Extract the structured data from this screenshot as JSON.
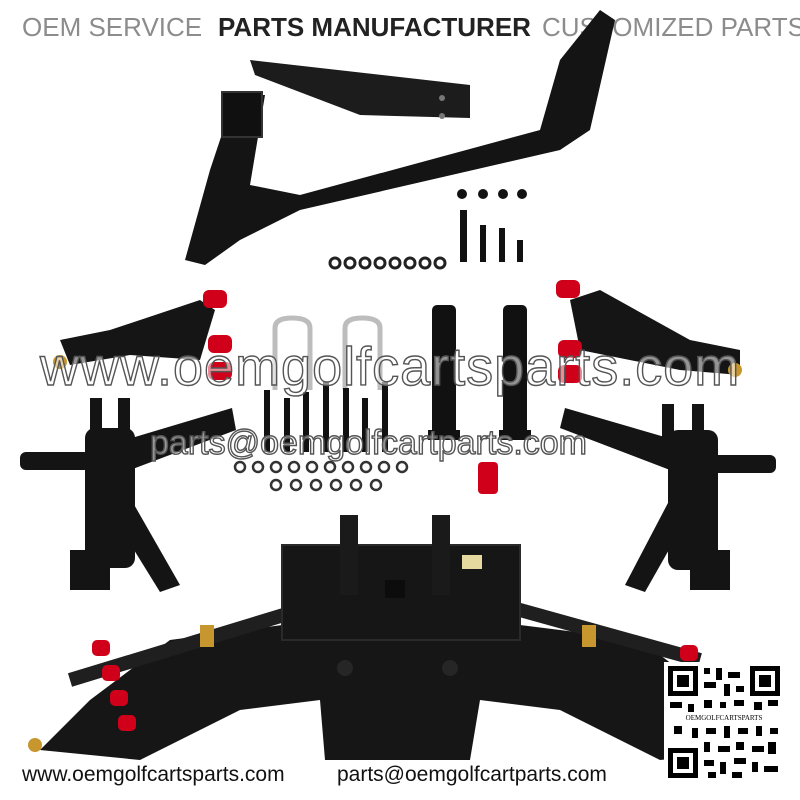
{
  "banner": {
    "oem_service": "OEM SERVICE",
    "parts_manufacturer": "PARTS MANUFACTURER",
    "customized_parts": "CUSTOMIZED PARTS"
  },
  "watermark": {
    "website": "www.oemgolfcartsparts.com",
    "email": "parts@oemgolfcartparts.com"
  },
  "footer": {
    "website": "www.oemgolfcartsparts.com",
    "email": "parts@oemgolfcartparts.com"
  },
  "qr": {
    "caption": "OEMGOLFCARTSPARTS"
  },
  "colors": {
    "metal": "#141414",
    "bushing": "#d0001a",
    "brass": "#c8962e",
    "banner_gray": "#8c8c8c"
  }
}
